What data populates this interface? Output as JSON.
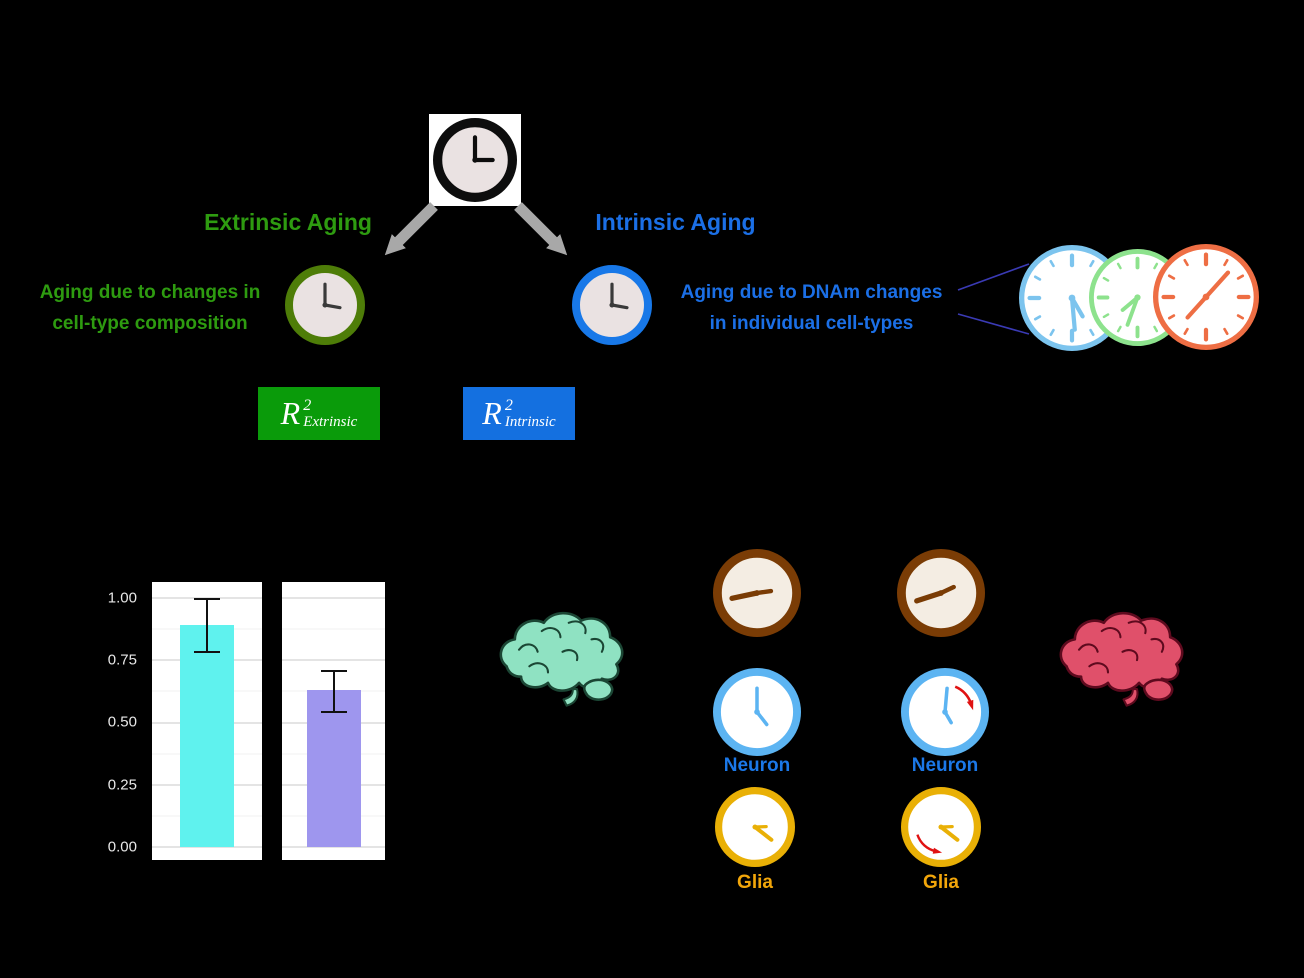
{
  "figure": {
    "top": {
      "extrinsic_title": "Extrinsic Aging",
      "intrinsic_title": "Intrinsic Aging",
      "extrinsic_desc": [
        "Aging due to changes in",
        "cell-type composition"
      ],
      "intrinsic_desc": [
        "Aging due to DNAm changes",
        "in individual cell-types"
      ],
      "r2_extrinsic": {
        "base": "R",
        "sup": "2",
        "sub": "Extrinsic"
      },
      "r2_intrinsic": {
        "base": "R",
        "sup": "2",
        "sub": "Intrinsic"
      }
    },
    "bottom": {
      "neuron_label_left": "Neuron",
      "neuron_label_right": "Neuron",
      "glia_label_left": "Glia",
      "glia_label_right": "Glia"
    }
  },
  "icons": {
    "master": "clock-icon",
    "branch_arrows": "arrow-down-left-icon / arrow-down-right-icon",
    "extrinsic_clock": "clock-icon",
    "intrinsic_clock": "clock-icon",
    "cell_type_clocks": [
      "clock-icon",
      "clock-icon",
      "clock-icon"
    ],
    "brain_left": "brain-icon",
    "brain_right": "brain-icon",
    "bulk_clocks": [
      "clock-icon",
      "clock-icon"
    ],
    "neuron_clocks": [
      "clock-icon",
      "clock-icon"
    ],
    "glia_clocks": [
      "clock-icon",
      "clock-icon"
    ],
    "change_arrows": "curved-red-arrow-icon"
  },
  "colors": {
    "background": "#000000",
    "white": "#ffffff",
    "green_text": "#2e9b10",
    "green_ring": "#4e7d08",
    "green_box": "#0a9b0a",
    "blue_text": "#1b6fe6",
    "blue_ring": "#1878e8",
    "blue_box": "#1470e0",
    "arrow_gray": "#a8a8a8",
    "clock_black": "#0d0d0d",
    "clock_face": "#eae2e2",
    "sky_clock": "#7cc4ee",
    "mint_clock": "#8de28d",
    "coral_clock": "#ee6e44",
    "brown_clock": "#7a3c05",
    "brown_face": "#f4ede3",
    "neuron_clock": "#5cb4f2",
    "glia_clock": "#e9b006",
    "neuron_label": "#1b78e8",
    "glia_label": "#f2a60a",
    "brain_teal": "#8fe2c2",
    "brain_teal_line": "#1b4634",
    "brain_pink": "#e0506a",
    "brain_pink_line": "#5e0a1e",
    "bar_cyan": "#5ff2ee",
    "bar_purple": "#9e96ee",
    "error_bar": "#111111",
    "panel_bg": "#ffffff",
    "grid_major": "#e4e4e4",
    "grid_minor": "#f1f1f1",
    "tick_text": "#e8e8e8",
    "connector": "#3a3ab4",
    "red_arrow": "#e01212",
    "hand_dark": "#3a3a3a"
  },
  "chart_data": {
    "type": "bar",
    "categories": [
      "cyan (left panel)",
      "purple (right panel)"
    ],
    "values": [
      0.89,
      0.63
    ],
    "error_low": [
      0.78,
      0.54
    ],
    "error_high": [
      1.0,
      0.71
    ],
    "yticks": [
      0,
      0.25,
      0.5,
      0.75,
      1.0
    ],
    "ytick_labels": [
      "0.00",
      "0.25",
      "0.50",
      "0.75",
      "1.00"
    ],
    "grid_minor": [
      0.125,
      0.375,
      0.625,
      0.875
    ],
    "ylim": [
      -0.052,
      1.064
    ],
    "bar_color_keys": [
      "bar_cyan",
      "bar_purple"
    ],
    "title": "",
    "xlabel": "",
    "ylabel": "",
    "legend": "none",
    "grid": "on"
  }
}
